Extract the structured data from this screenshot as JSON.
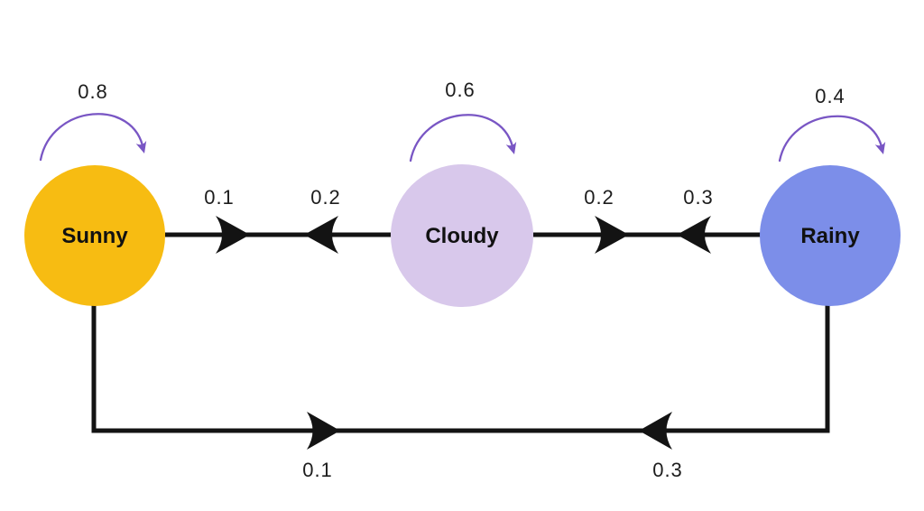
{
  "diagram": {
    "type": "markov-chain-state-diagram",
    "states": [
      {
        "id": "sunny",
        "label": "Sunny",
        "fill": "#F7BC12",
        "self_probability": "0.8"
      },
      {
        "id": "cloudy",
        "label": "Cloudy",
        "fill": "#D8C8EB",
        "self_probability": "0.6"
      },
      {
        "id": "rainy",
        "label": "Rainy",
        "fill": "#7C8EE9",
        "self_probability": "0.4"
      }
    ],
    "transitions": [
      {
        "from": "Sunny",
        "to": "Cloudy",
        "probability": "0.1"
      },
      {
        "from": "Cloudy",
        "to": "Sunny",
        "probability": "0.2"
      },
      {
        "from": "Cloudy",
        "to": "Rainy",
        "probability": "0.2"
      },
      {
        "from": "Rainy",
        "to": "Cloudy",
        "probability": "0.3"
      },
      {
        "from": "Sunny",
        "to": "Rainy",
        "probability": "0.1"
      },
      {
        "from": "Rainy",
        "to": "Sunny",
        "probability": "0.3"
      }
    ],
    "self_transitions": [
      {
        "from": "Sunny",
        "to": "Sunny",
        "probability": "0.8"
      },
      {
        "from": "Cloudy",
        "to": "Cloudy",
        "probability": "0.6"
      },
      {
        "from": "Rainy",
        "to": "Rainy",
        "probability": "0.4"
      }
    ],
    "colors": {
      "background": "#ffffff",
      "edge": "#131313",
      "self_loop": "#7956C4",
      "label_text": "#1d1d1d"
    }
  }
}
